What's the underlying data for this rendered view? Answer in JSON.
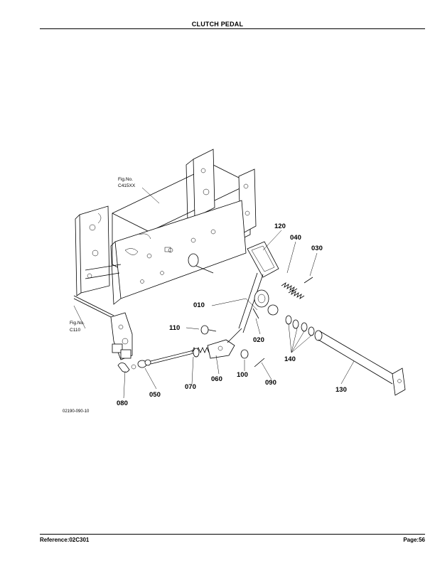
{
  "header": {
    "title": "CLUTCH PEDAL"
  },
  "footer": {
    "reference": "Reference:02C301",
    "page": "Page:56"
  },
  "diagram": {
    "figure_refs": [
      {
        "line1": "Fig.No.",
        "line2": "C415XX"
      },
      {
        "line1": "Fig.No.",
        "line2": "C110"
      }
    ],
    "drawing_code": "02190-090-10",
    "callouts": [
      "010",
      "020",
      "030",
      "040",
      "050",
      "060",
      "070",
      "080",
      "090",
      "100",
      "110",
      "120",
      "130",
      "140"
    ]
  }
}
